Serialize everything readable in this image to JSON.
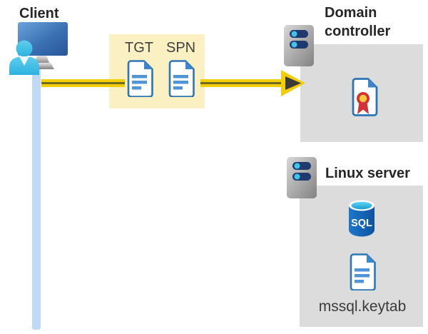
{
  "diagram": {
    "client": {
      "label": "Client"
    },
    "connection": {
      "tickets": {
        "tgt": "TGT",
        "spn": "SPN"
      }
    },
    "domain_controller": {
      "label": "Domain controller"
    },
    "linux_server": {
      "label": "Linux server",
      "sql_badge": "SQL",
      "keytab_file": "mssql.keytab"
    },
    "colors": {
      "arrow_yellow": "#F2CD0A",
      "arrow_core": "#6E6A1E",
      "arrowhead_dark": "#3B3B38",
      "ticket_box_bg": "#FAF0C1",
      "panel_bg": "#DCDCDC",
      "client_line_blue": "#BFD9F6",
      "document_blue": "#2E75B6",
      "sql_blue": "#1266B1",
      "certificate_red": "#D13438",
      "server_slot_navy": "#1E3A6E",
      "server_dot_cyan": "#41C3EA"
    }
  }
}
